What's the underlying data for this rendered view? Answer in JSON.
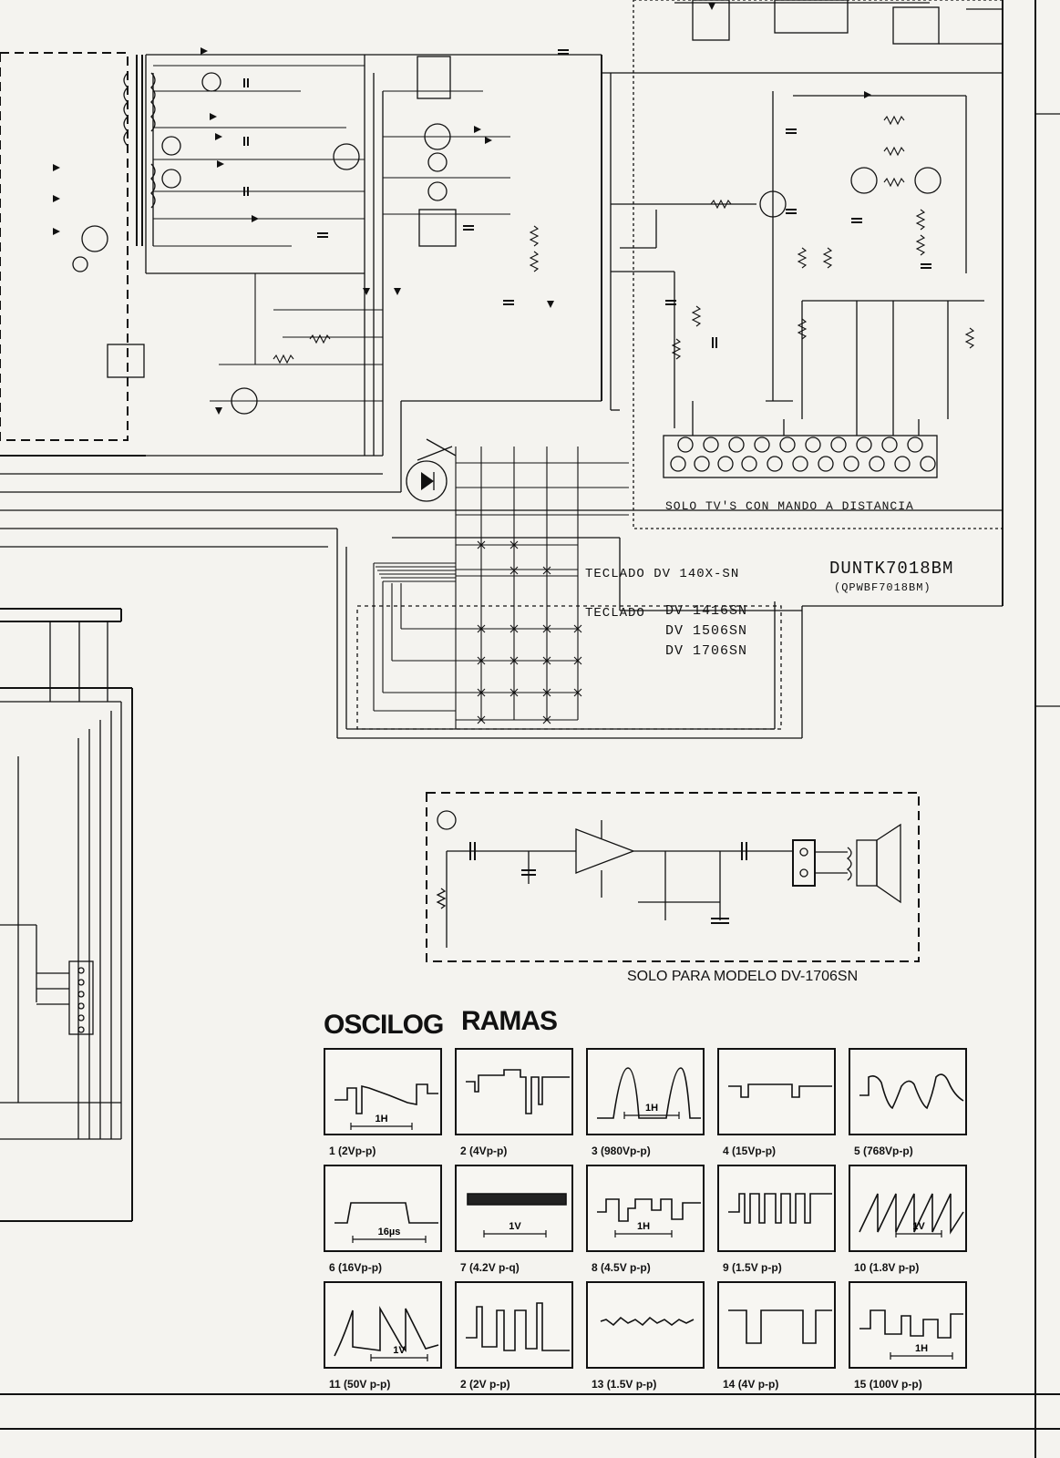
{
  "board": {
    "title": "DUNTK7018BM",
    "subtitle": "(QPWBF7018BM)"
  },
  "remote_note": "SOLO TV'S CON MANDO A DISTANCIA",
  "keyboard": {
    "label_1": "TECLADO  DV  140X-SN",
    "label_2_prefix": "TECLADO",
    "models": [
      "DV   1416SN",
      "DV   1506SN",
      "DV   1706SN"
    ]
  },
  "model_note": "SOLO PARA MODELO DV-1706SN",
  "oscillograms": {
    "title_left": "OSCILOG",
    "title_right": "RAMAS",
    "items": [
      {
        "num": "1",
        "value": "(2Vp-p)"
      },
      {
        "num": "2",
        "value": "(4Vp-p)"
      },
      {
        "num": "3",
        "value": "(980Vp-p)"
      },
      {
        "num": "4",
        "value": "(15Vp-p)"
      },
      {
        "num": "5",
        "value": "(768Vp-p)"
      },
      {
        "num": "6",
        "value": "(16Vp-p)"
      },
      {
        "num": "7",
        "value": "(4.2V p-q)"
      },
      {
        "num": "8",
        "value": "(4.5V p-p)"
      },
      {
        "num": "9",
        "value": "(1.5V p-p)"
      },
      {
        "num": "10",
        "value": "(1.8V p-p)"
      },
      {
        "num": "11",
        "value": "(50V p-p)"
      },
      {
        "num": "2",
        "value": "(2V p-p)"
      },
      {
        "num": "13",
        "value": "(1.5V p-p)"
      },
      {
        "num": "14",
        "value": "(4V p-p)"
      },
      {
        "num": "15",
        "value": "(100V p-p)"
      }
    ],
    "scale_labels": [
      "1H",
      "1H",
      "16µs",
      "1V",
      "1H",
      "1V",
      "1V",
      "1H"
    ]
  }
}
